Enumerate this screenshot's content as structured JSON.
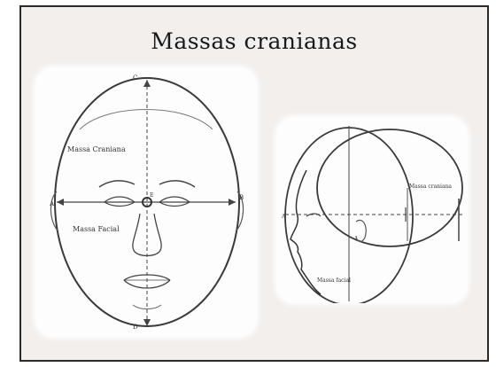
{
  "slide": {
    "title": "Massas cranianas"
  },
  "front_view": {
    "label_cranial": "Massa Craniana",
    "label_facial": "Massa Facial",
    "point_a": "A",
    "point_b": "B",
    "point_c": "C",
    "point_d": "D",
    "point_e": "E"
  },
  "side_view": {
    "label_side_mass": "Massa craniana",
    "label_bottom": "Massa facial",
    "point_a": "A"
  },
  "colors": {
    "slide_background": "#f3efed",
    "card_background": "#fdfdfd",
    "line": "#3a3a3a",
    "border": "#2a2a2a"
  }
}
